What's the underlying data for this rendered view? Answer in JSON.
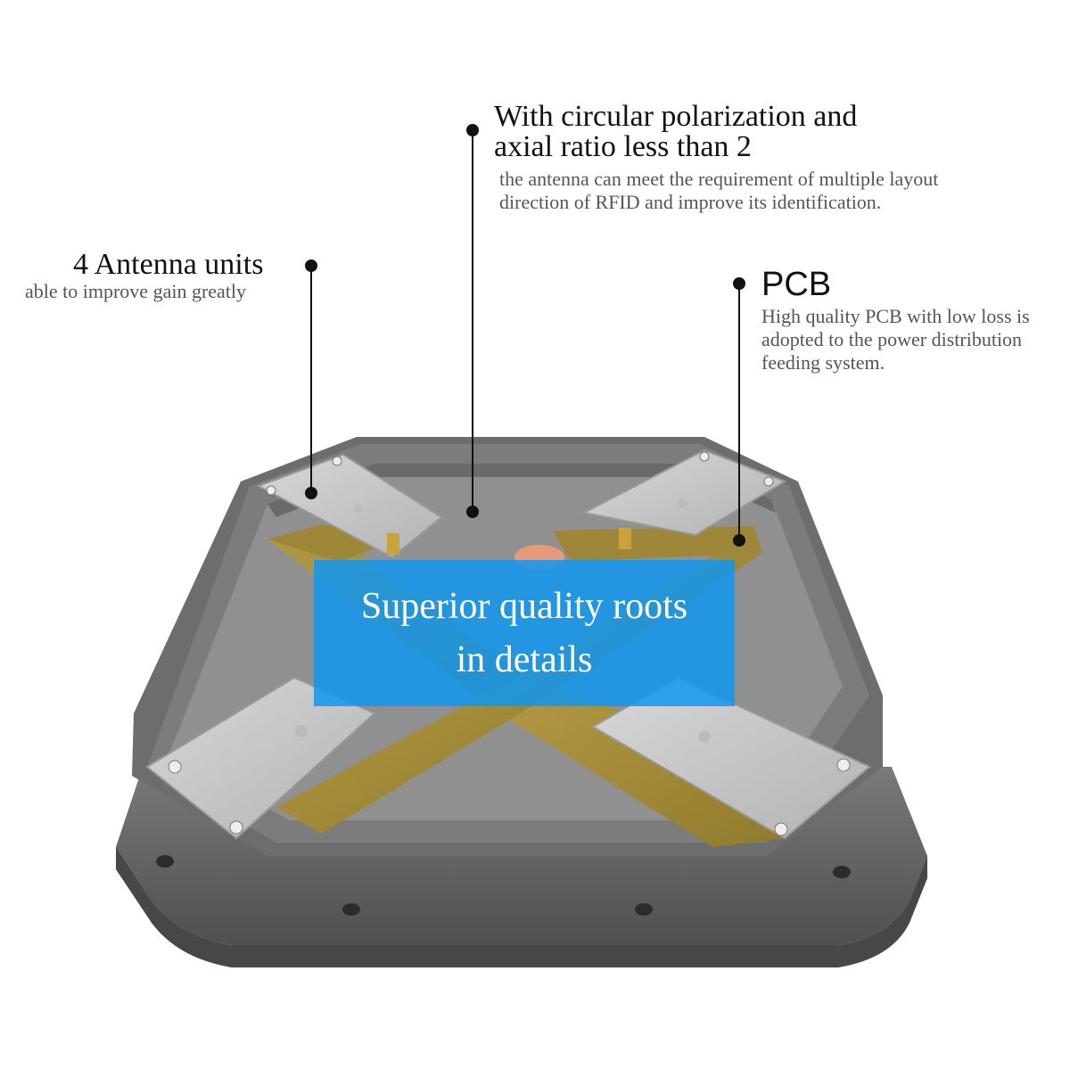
{
  "callouts": {
    "polarization": {
      "title_line1": "With circular polarization and",
      "title_line2": "axial ratio less than 2",
      "desc_line1": "the antenna can meet the requirement of multiple layout",
      "desc_line2": "direction of RFID and improve its identification."
    },
    "antenna_units": {
      "title": "4 Antenna units",
      "desc": "able to improve gain greatly"
    },
    "pcb": {
      "title": "PCB",
      "desc_line1": "High quality PCB with low loss is",
      "desc_line2": "adopted to the power distribution",
      "desc_line3": "feeding system."
    }
  },
  "overlay": {
    "line1": "Superior quality roots",
    "line2": "in details"
  },
  "colors": {
    "housing": "#6b6b6b",
    "housing_inner": "#8a8a8a",
    "pcb": "#a88f3a",
    "antenna_plate": "#c9c9c9",
    "overlay_blue": "#1096f0"
  }
}
